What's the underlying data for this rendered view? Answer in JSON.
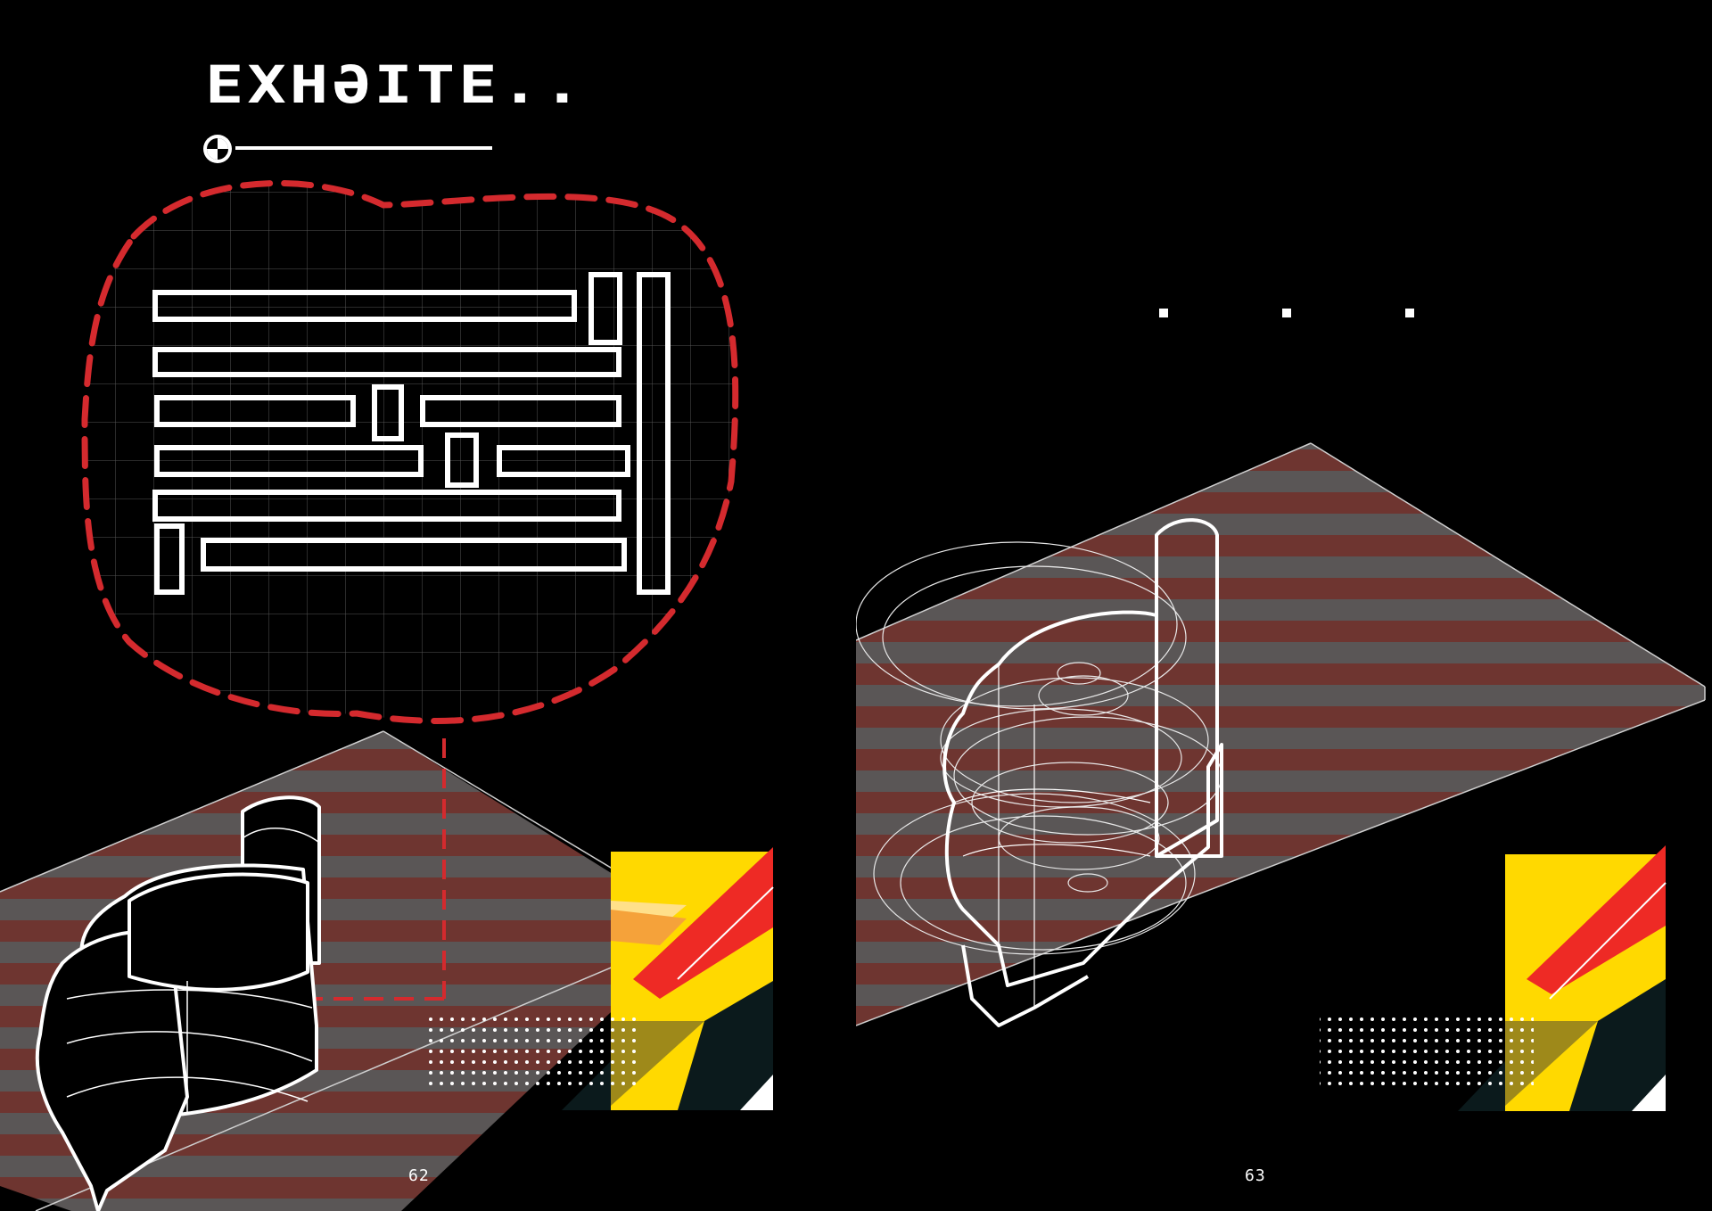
{
  "spread": {
    "left_page": {
      "title": "EXHƏITE..",
      "page_number": "62",
      "icons": [
        "target-icon"
      ]
    },
    "right_page": {
      "page_number": "63"
    }
  },
  "colors": {
    "background": "#000000",
    "line": "#ffffff",
    "dashed_boundary": "#d42a2e",
    "stripe_light": "#5a5656",
    "stripe_dark": "#6e3530",
    "accent_yellow": "#ffd900",
    "accent_red": "#ee2a25",
    "accent_orange": "#f5a23a"
  }
}
